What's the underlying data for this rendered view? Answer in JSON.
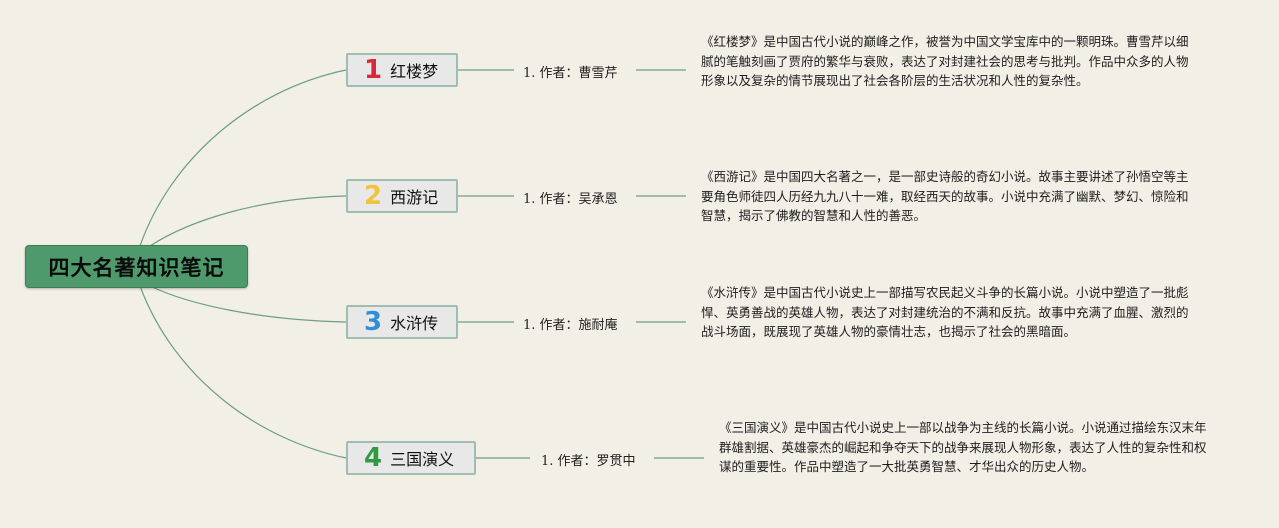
{
  "root": {
    "title": "四大名著知识笔记"
  },
  "colors": {
    "line": "#6e9e83",
    "root_fill": "#4f9a6c"
  },
  "branches": [
    {
      "number": "1",
      "number_color": "#d8283b",
      "title": "红楼梦",
      "author": "1. 作者：曹雪芹",
      "description": "《红楼梦》是中国古代小说的巅峰之作，被誉为中国文学宝库中的一颗明珠。曹雪芹以细腻的笔触刻画了贾府的繁华与衰败，表达了对封建社会的思考与批判。作品中众多的人物形象以及复杂的情节展现出了社会各阶层的生活状况和人性的复杂性。"
    },
    {
      "number": "2",
      "number_color": "#f0c33e",
      "title": "西游记",
      "author": "1. 作者：吴承恩",
      "description": "《西游记》是中国四大名著之一，是一部史诗般的奇幻小说。故事主要讲述了孙悟空等主要角色师徒四人历经九九八十一难，取经西天的故事。小说中充满了幽默、梦幻、惊险和智慧，揭示了佛教的智慧和人性的善恶。"
    },
    {
      "number": "3",
      "number_color": "#2f8fd8",
      "title": "水浒传",
      "author": "1. 作者：施耐庵",
      "description": "《水浒传》是中国古代小说史上一部描写农民起义斗争的长篇小说。小说中塑造了一批彪悍、英勇善战的英雄人物，表达了对封建统治的不满和反抗。故事中充满了血腥、激烈的战斗场面，既展现了英雄人物的豪情壮志，也揭示了社会的黑暗面。"
    },
    {
      "number": "4",
      "number_color": "#2e9b3e",
      "title": "三国演义",
      "author": "1. 作者：罗贯中",
      "description": "《三国演义》是中国古代小说史上一部以战争为主线的长篇小说。小说通过描绘东汉末年群雄割据、英雄豪杰的崛起和争夺天下的战争来展现人物形象，表达了人性的复杂性和权谋的重要性。作品中塑造了一大批英勇智慧、才华出众的历史人物。"
    }
  ]
}
